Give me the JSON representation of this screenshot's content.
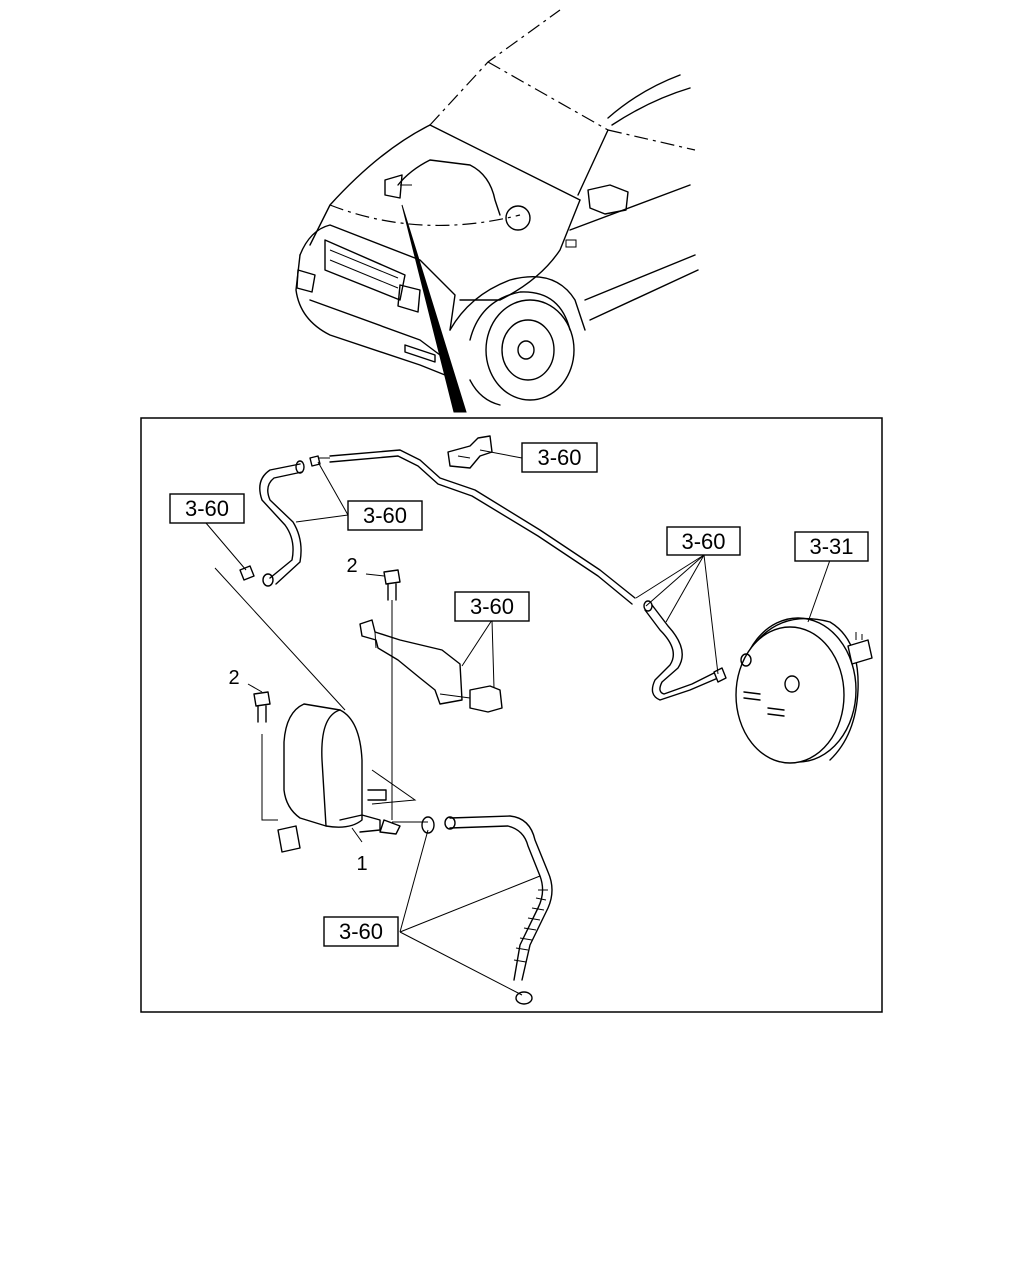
{
  "diagram": {
    "callouts": {
      "ref_top_right": "3-60",
      "ref_hose_left": "3-60",
      "ref_clip_left": "3-60",
      "ref_pipe_right": "3-60",
      "ref_bracket": "3-60",
      "ref_bottom_hose": "3-60",
      "ref_brake_booster": "3-31"
    },
    "part_numbers": {
      "bolt_upper": "2",
      "bolt_left": "2",
      "vacuum_tank": "1"
    }
  }
}
